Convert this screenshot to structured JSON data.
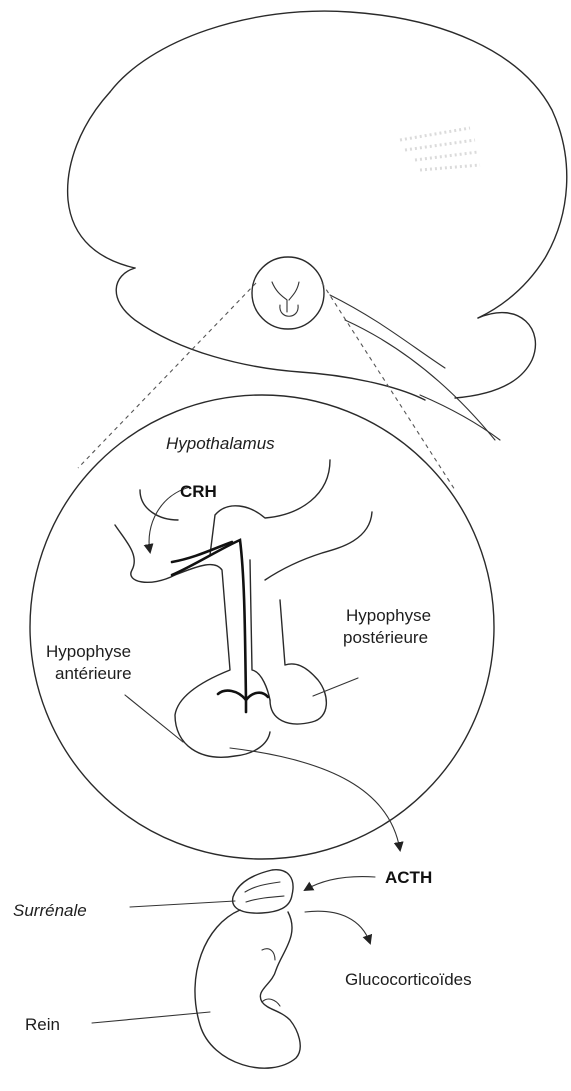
{
  "labels": {
    "hypothalamus": "Hypothalamus",
    "crh": "CRH",
    "anterior_pituitary_line1": "Hypophyse",
    "anterior_pituitary_line2": "antérieure",
    "posterior_pituitary_line1": "Hypophyse",
    "posterior_pituitary_line2": "postérieure",
    "acth": "ACTH",
    "adrenal": "Surrénale",
    "glucocorticoids": "Glucocorticoïdes",
    "kidney": "Rein"
  }
}
